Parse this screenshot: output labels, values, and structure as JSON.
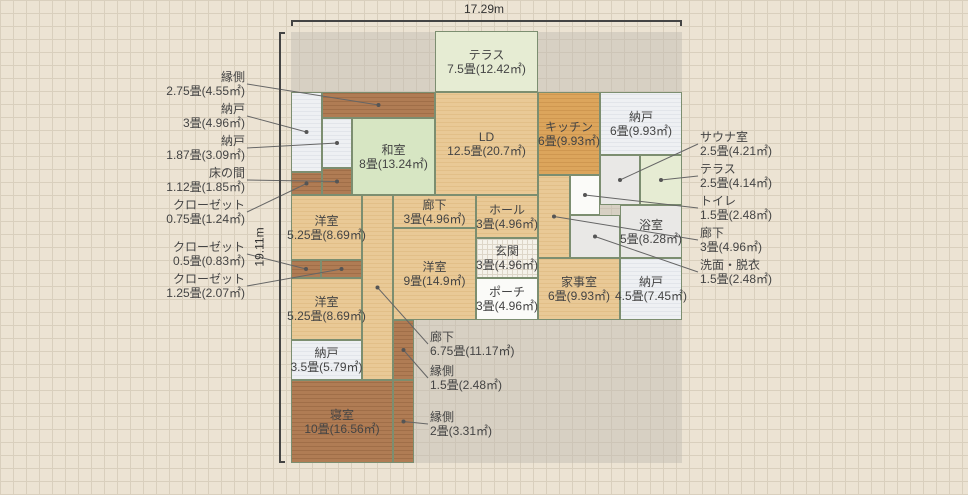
{
  "dimensions": {
    "width": "17.29m",
    "height": "19.11m"
  },
  "rooms": [
    {
      "id": "terrace-north",
      "name": "テラス",
      "size": "7.5畳(12.42㎡)",
      "type": "terrace"
    },
    {
      "id": "storage-nw",
      "name": "納戸",
      "size": "3畳(4.96㎡)",
      "type": "store"
    },
    {
      "id": "engawa-north",
      "name": "縁側",
      "size": "2.75畳(4.55㎡)",
      "type": "dark"
    },
    {
      "id": "storage-small",
      "name": "納戸",
      "size": "1.87畳(3.09㎡)",
      "type": "store"
    },
    {
      "id": "washitsu",
      "name": "和室",
      "size": "8畳(13.24㎡)",
      "type": "tatami"
    },
    {
      "id": "tokonoma",
      "name": "床の間",
      "size": "1.12畳(1.85㎡)",
      "type": "dark"
    },
    {
      "id": "closet-nw",
      "name": "クローゼット",
      "size": "0.75畳(1.24㎡)",
      "type": "dark"
    },
    {
      "id": "ld",
      "name": "LD",
      "size": "12.5畳(20.7㎡)",
      "type": "wood"
    },
    {
      "id": "kitchen",
      "name": "キッチン",
      "size": "6畳(9.93㎡)",
      "type": "kitchen"
    },
    {
      "id": "storage-ne",
      "name": "納戸",
      "size": "6畳(9.93㎡)",
      "type": "store"
    },
    {
      "id": "sauna",
      "name": "サウナ室",
      "size": "2.5畳(4.21㎡)",
      "type": "bath"
    },
    {
      "id": "terrace-east",
      "name": "テラス",
      "size": "2.5畳(4.14㎡)",
      "type": "terrace"
    },
    {
      "id": "toilet",
      "name": "トイレ",
      "size": "1.5畳(2.48㎡)",
      "type": "white"
    },
    {
      "id": "hall-east",
      "name": "廊下",
      "size": "3畳(4.96㎡)",
      "type": "wood"
    },
    {
      "id": "washroom",
      "name": "洗面・脱衣",
      "size": "1.5畳(2.48㎡)",
      "type": "bath"
    },
    {
      "id": "bathroom",
      "name": "浴室",
      "size": "5畳(8.28㎡)",
      "type": "bath"
    },
    {
      "id": "western-1",
      "name": "洋室",
      "size": "5.25畳(8.69㎡)",
      "type": "wood"
    },
    {
      "id": "closet-west",
      "name": "クローゼット",
      "size": "0.5畳(0.83㎡)",
      "type": "dark"
    },
    {
      "id": "closet-west-2",
      "name": "クローゼット",
      "size": "1.25畳(2.07㎡)",
      "type": "dark"
    },
    {
      "id": "western-2",
      "name": "洋室",
      "size": "5.25畳(8.69㎡)",
      "type": "wood"
    },
    {
      "id": "corridor-long",
      "name": "廊下",
      "size": "6.75畳(11.17㎡)",
      "type": "wood"
    },
    {
      "id": "corridor-mid",
      "name": "廊下",
      "size": "3畳(4.96㎡)",
      "type": "wood"
    },
    {
      "id": "western-3",
      "name": "洋室",
      "size": "9畳(14.9㎡)",
      "type": "wood"
    },
    {
      "id": "hall",
      "name": "ホール",
      "size": "3畳(4.96㎡)",
      "type": "wood"
    },
    {
      "id": "entrance",
      "name": "玄関",
      "size": "3畳(4.96㎡)",
      "type": "tile"
    },
    {
      "id": "porch",
      "name": "ポーチ",
      "size": "3畳(4.96㎡)",
      "type": "white"
    },
    {
      "id": "utility",
      "name": "家事室",
      "size": "6畳(9.93㎡)",
      "type": "wood"
    },
    {
      "id": "storage-se",
      "name": "納戸",
      "size": "4.5畳(7.45㎡)",
      "type": "store"
    },
    {
      "id": "engawa-mid",
      "name": "縁側",
      "size": "1.5畳(2.48㎡)",
      "type": "dark"
    },
    {
      "id": "storage-sw",
      "name": "納戸",
      "size": "3.5畳(5.79㎡)",
      "type": "store"
    },
    {
      "id": "bedroom",
      "name": "寝室",
      "size": "10畳(16.56㎡)",
      "type": "dark"
    },
    {
      "id": "engawa-south",
      "name": "縁側",
      "size": "2畳(3.31㎡)",
      "type": "dark"
    }
  ]
}
